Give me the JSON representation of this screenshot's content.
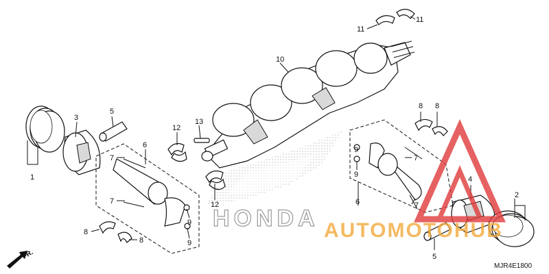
{
  "diagram": {
    "callouts": [
      {
        "id": "c1",
        "text": "1"
      },
      {
        "id": "c2",
        "text": "2"
      },
      {
        "id": "c3",
        "text": "3"
      },
      {
        "id": "c4",
        "text": "4"
      },
      {
        "id": "c5a",
        "text": "5"
      },
      {
        "id": "c5b",
        "text": "5"
      },
      {
        "id": "c6a",
        "text": "6"
      },
      {
        "id": "c6b",
        "text": "6"
      },
      {
        "id": "c7a",
        "text": "7"
      },
      {
        "id": "c7b",
        "text": "7"
      },
      {
        "id": "c7c",
        "text": "7"
      },
      {
        "id": "c7d",
        "text": "7"
      },
      {
        "id": "c8a",
        "text": "8"
      },
      {
        "id": "c8b",
        "text": "8"
      },
      {
        "id": "c8c",
        "text": "8"
      },
      {
        "id": "c8d",
        "text": "8"
      },
      {
        "id": "c9a",
        "text": "9"
      },
      {
        "id": "c9b",
        "text": "9"
      },
      {
        "id": "c9c",
        "text": "9"
      },
      {
        "id": "c9d",
        "text": "9"
      },
      {
        "id": "c10",
        "text": "10"
      },
      {
        "id": "c11a",
        "text": "11"
      },
      {
        "id": "c11b",
        "text": "11"
      },
      {
        "id": "c12a",
        "text": "12"
      },
      {
        "id": "c12b",
        "text": "12"
      },
      {
        "id": "c13",
        "text": "13"
      }
    ],
    "direction_label": "FR.",
    "diagram_code": "MJR4E1800",
    "brand_mark": "HONDA",
    "watermark_text": "AUTOMOTOHUB",
    "colors": {
      "line": "#111111",
      "watermark_red": "#e03a3a",
      "watermark_orange": "#f2a93b",
      "brand_grey": "#9a9a9a"
    }
  }
}
